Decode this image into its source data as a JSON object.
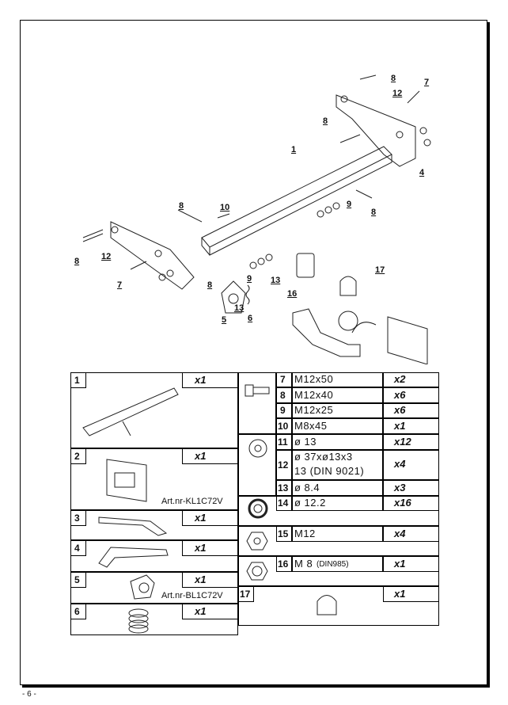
{
  "page": {
    "number": "- 6 -"
  },
  "callouts": {
    "c1": "1",
    "c4": "4",
    "c5": "5",
    "c6": "6",
    "c7a": "7",
    "c7b": "7",
    "c8a": "8",
    "c8b": "8",
    "c8c": "8",
    "c8d": "8",
    "c8e": "8",
    "c9a": "9",
    "c9b": "9",
    "c10": "10",
    "c12a": "12",
    "c12b": "12",
    "c13a": "13",
    "c13b": "13",
    "c16": "16",
    "c17": "17"
  },
  "left_parts": [
    {
      "no": "1",
      "qty": "x1"
    },
    {
      "no": "2",
      "qty": "x1",
      "art": "Art.nr-KL1C72V"
    },
    {
      "no": "3",
      "qty": "x1"
    },
    {
      "no": "4",
      "qty": "x1"
    },
    {
      "no": "5",
      "qty": "x1",
      "art": "Art.nr-BL1C72V"
    },
    {
      "no": "6",
      "qty": "x1"
    }
  ],
  "right_parts": [
    {
      "no": "7",
      "spec": "M12x50",
      "qty": "x2"
    },
    {
      "no": "8",
      "spec": "M12x40",
      "qty": "x6"
    },
    {
      "no": "9",
      "spec": "M12x25",
      "qty": "x6"
    },
    {
      "no": "10",
      "spec": "M8x45",
      "qty": "x1"
    },
    {
      "no": "11",
      "spec": "ø 13",
      "qty": "x12"
    },
    {
      "no": "12",
      "spec": "ø 37xø13x3",
      "spec2": "13 (DIN 9021)",
      "qty": "x4"
    },
    {
      "no": "13",
      "spec": "ø 8.4",
      "qty": "x3"
    },
    {
      "no": "14",
      "spec": "ø 12.2",
      "qty": "x16"
    },
    {
      "no": "15",
      "spec": "M12",
      "qty": "x4"
    },
    {
      "no": "16",
      "spec": "M 8",
      "spec_note": "(DIN985)",
      "qty": "x1"
    },
    {
      "no": "17",
      "spec": "",
      "qty": "x1"
    }
  ]
}
